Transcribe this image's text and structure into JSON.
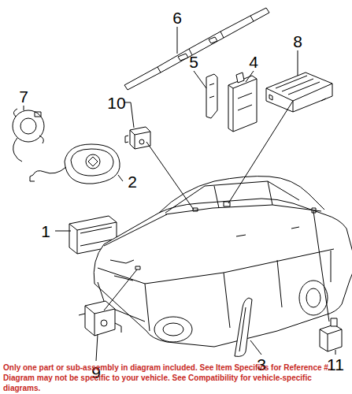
{
  "diagram": {
    "caption": "Only one part or sub-assembly in diagram included. See Item Specifics for Reference #. Diagram may not be specific to your vehicle. See Compatibility for vehicle-specific diagrams.",
    "labels": [
      "6",
      "7",
      "8",
      "5",
      "4",
      "10",
      "2",
      "1",
      "9",
      "3",
      "11"
    ]
  }
}
